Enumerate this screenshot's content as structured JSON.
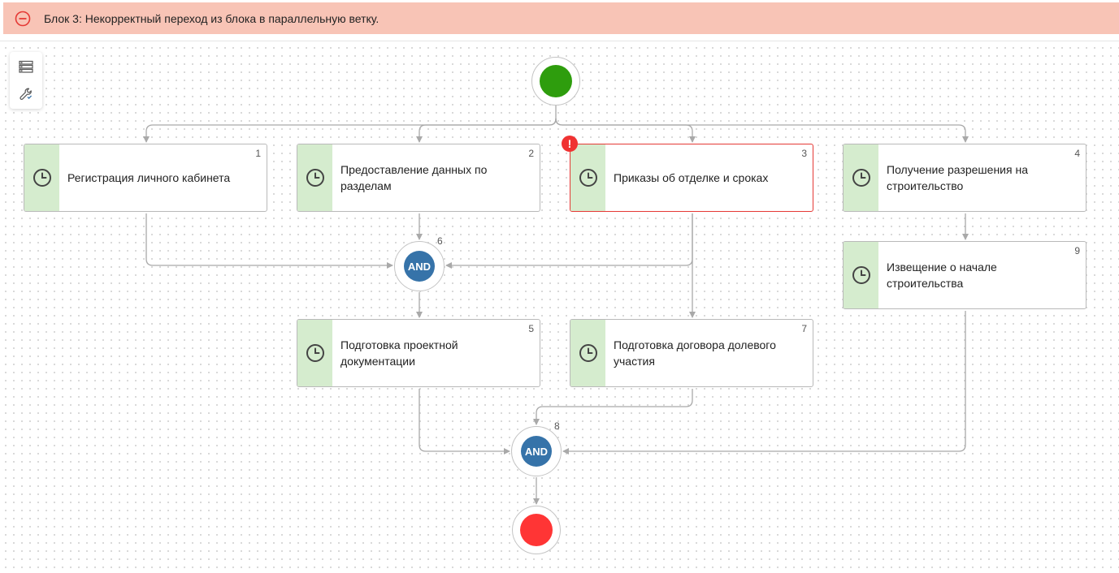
{
  "error": {
    "icon": "minus-circle-icon",
    "message": "Блок 3: Некорректный переход из блока в параллельную ветку."
  },
  "toolbox": {
    "items": [
      {
        "icon": "list-icon"
      },
      {
        "icon": "wrench-icon"
      }
    ]
  },
  "colors": {
    "banner": "#f8c4b6",
    "task_stripe": "#d5ecce",
    "start": "#2e9d0d",
    "end": "#ff3535",
    "gateway": "#3673a9",
    "error_border": "#e53935"
  },
  "diagram": {
    "start_event": {
      "icon": "start-event"
    },
    "end_event": {
      "icon": "end-event"
    },
    "tasks": [
      {
        "num": "1",
        "label": "Регистрация личного кабинета",
        "icon": "clock-icon"
      },
      {
        "num": "2",
        "label": "Предоставление данных по разделам",
        "icon": "clock-icon"
      },
      {
        "num": "3",
        "label": "Приказы об отделке и сроках",
        "icon": "clock-icon",
        "error": true,
        "badge": "!"
      },
      {
        "num": "4",
        "label": "Получение разрешения на строительство",
        "icon": "clock-icon"
      },
      {
        "num": "9",
        "label": "Извещение о начале строительства",
        "icon": "clock-icon"
      },
      {
        "num": "5",
        "label": "Подготовка проектной документации",
        "icon": "clock-icon"
      },
      {
        "num": "7",
        "label": "Подготовка договора долевого участия",
        "icon": "clock-icon"
      }
    ],
    "gateways": [
      {
        "num": "6",
        "label": "AND"
      },
      {
        "num": "8",
        "label": "AND"
      }
    ]
  }
}
